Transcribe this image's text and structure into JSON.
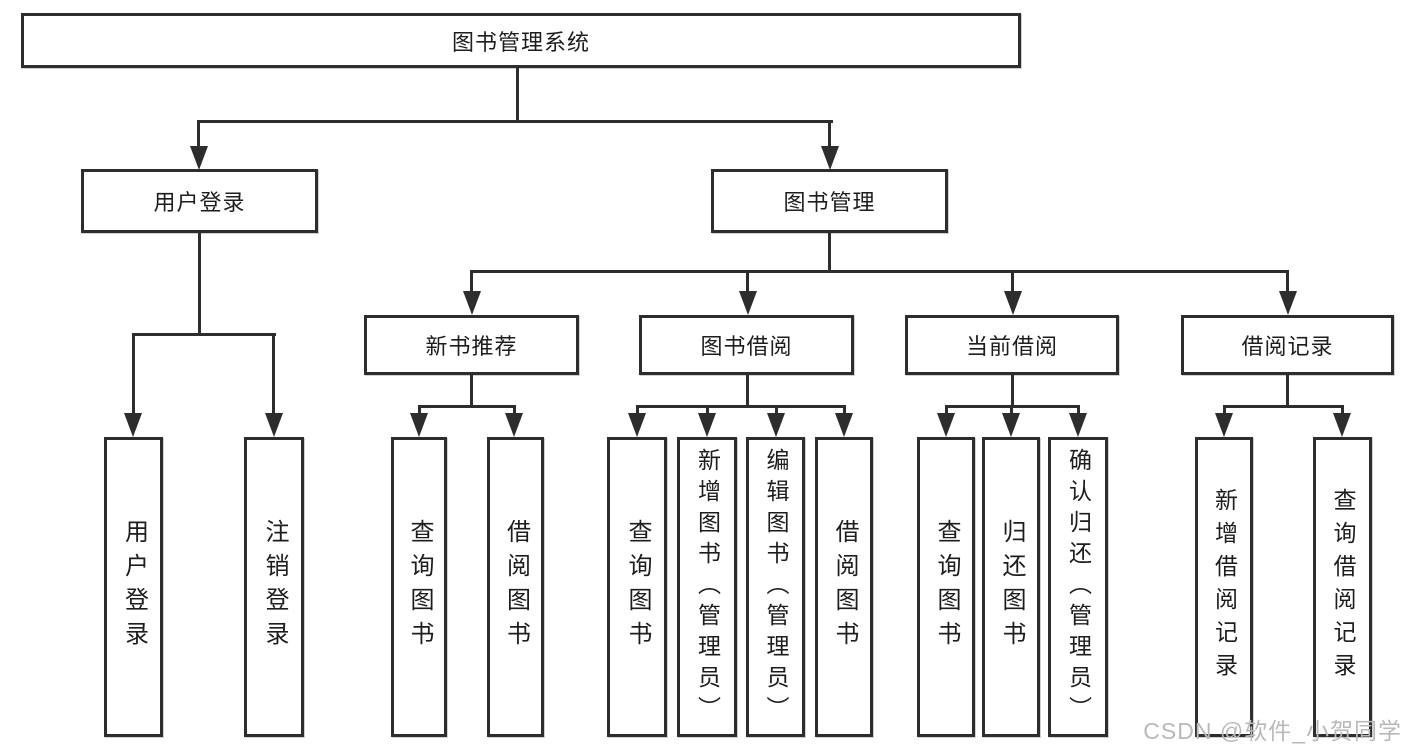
{
  "diagram_title": "图书管理系统",
  "watermark": {
    "text": "CSDN @软件_小贺同学"
  },
  "colors": {
    "line": "#2d2d2d",
    "box_border": "#2d2d2d",
    "text": "#1d1d1d",
    "background": "#ffffff",
    "watermark": "#b9b9b9"
  },
  "nodes": {
    "root": {
      "label": "图书管理系统"
    },
    "user_login": {
      "label": "用户登录"
    },
    "book_mgmt": {
      "label": "图书管理"
    },
    "new_book_rec": {
      "label": "新书推荐"
    },
    "book_borrow": {
      "label": "图书借阅"
    },
    "current_borrow": {
      "label": "当前借阅"
    },
    "borrow_records": {
      "label": "借阅记录"
    },
    "ul_login": {
      "label": "用户登录"
    },
    "ul_logout": {
      "label": "注销登录"
    },
    "nb_query": {
      "label": "查询图书"
    },
    "nb_borrow": {
      "label": "借阅图书"
    },
    "bb_query": {
      "label": "查询图书"
    },
    "bb_add": {
      "label": "新增图书（管理员）"
    },
    "bb_edit": {
      "label": "编辑图书（管理员）"
    },
    "bb_borrow": {
      "label": "借阅图书"
    },
    "cb_query": {
      "label": "查询图书"
    },
    "cb_return": {
      "label": "归还图书"
    },
    "cb_confirm": {
      "label": "确认归还（管理员）"
    },
    "br_add": {
      "label": "新增借阅记录"
    },
    "br_query": {
      "label": "查询借阅记录"
    }
  },
  "hierarchy": {
    "图书管理系统": [
      "用户登录",
      "图书管理"
    ],
    "用户登录": [
      "用户登录",
      "注销登录"
    ],
    "图书管理": [
      "新书推荐",
      "图书借阅",
      "当前借阅",
      "借阅记录"
    ],
    "新书推荐": [
      "查询图书",
      "借阅图书"
    ],
    "图书借阅": [
      "查询图书",
      "新增图书（管理员）",
      "编辑图书（管理员）",
      "借阅图书"
    ],
    "当前借阅": [
      "查询图书",
      "归还图书",
      "确认归还（管理员）"
    ],
    "借阅记录": [
      "新增借阅记录",
      "查询借阅记录"
    ]
  }
}
